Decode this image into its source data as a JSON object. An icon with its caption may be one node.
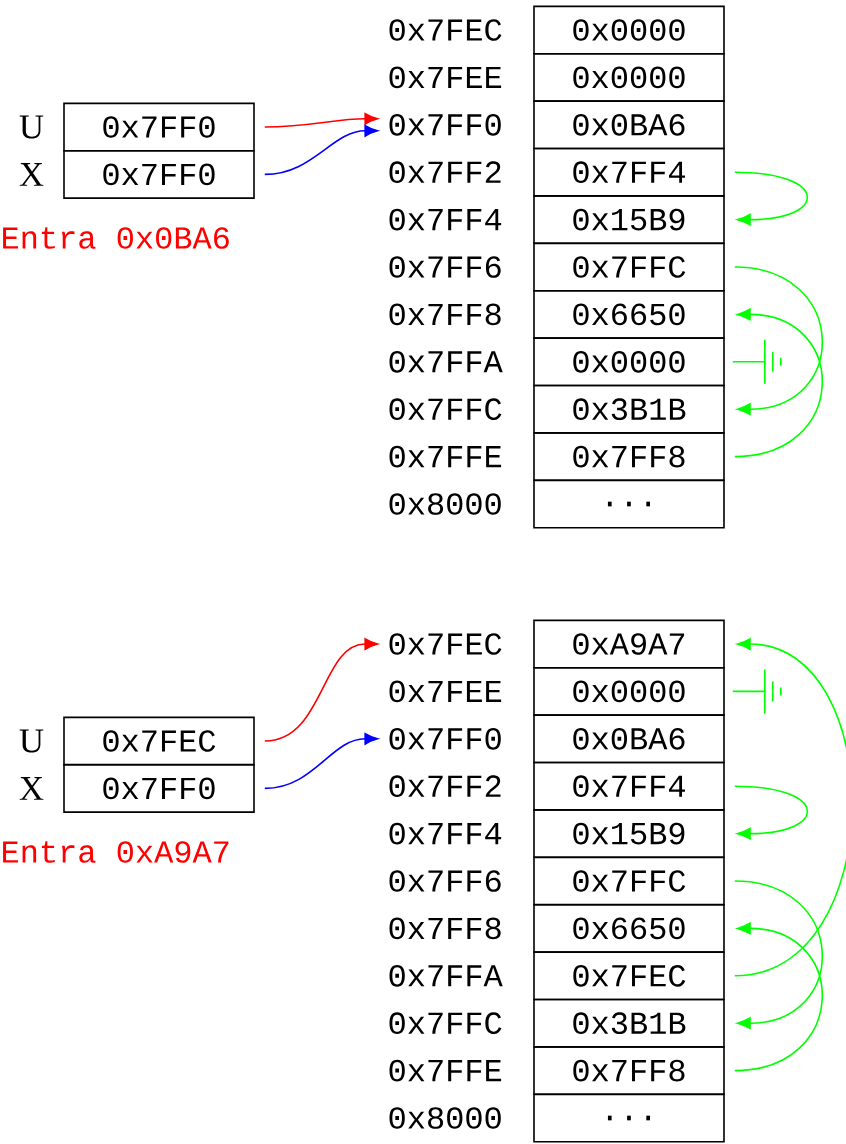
{
  "diagram": {
    "nodes": [
      {
        "text": [
          "0x7FEC"
        ]
      },
      {
        "text": [
          "0x0000"
        ]
      },
      {
        "text": [
          "0x7FEE"
        ]
      },
      {
        "text": [
          "0x0000"
        ]
      },
      {
        "text": [
          "0x7FF0"
        ]
      },
      {
        "text": [
          "0x0BA6"
        ]
      },
      {
        "text": [
          "0x7FF2"
        ]
      },
      {
        "text": [
          "0x7FF4"
        ]
      },
      {
        "text": [
          "0x7FF4"
        ]
      },
      {
        "text": [
          "0x15B9"
        ]
      },
      {
        "text": [
          "0x7FF6"
        ]
      },
      {
        "text": [
          "0x7FFC"
        ]
      },
      {
        "text": [
          "0x7FF8"
        ]
      },
      {
        "text": [
          "0x6650"
        ]
      },
      {
        "text": [
          "0x7FFA"
        ]
      },
      {
        "text": [
          "0x0000"
        ]
      },
      {
        "text": [
          "0x7FFC"
        ]
      },
      {
        "text": [
          "0x3B1B"
        ]
      },
      {
        "text": [
          "0x7FFE"
        ]
      },
      {
        "text": [
          "0x7FF8"
        ]
      },
      {
        "text": [
          "0x8000"
        ]
      },
      {
        "text": [
          "..."
        ]
      },
      {
        "text": [
          "0x7FF0"
        ],
        "beside": [
          "U"
        ]
      },
      {
        "text": [
          "0x7FF0"
        ],
        "beside": [
          "X"
        ]
      },
      {
        "text": [
          "0x7FEC"
        ]
      },
      {
        "text": [
          "0xA9A7"
        ]
      },
      {
        "text": [
          "0x7FEE"
        ]
      },
      {
        "text": [
          "0x0000"
        ]
      },
      {
        "text": [
          "0x7FF0"
        ]
      },
      {
        "text": [
          "0x0BA6"
        ]
      },
      {
        "text": [
          "0x7FF2"
        ]
      },
      {
        "text": [
          "0x7FF4"
        ]
      },
      {
        "text": [
          "0x7FF4"
        ]
      },
      {
        "text": [
          "0x15B9"
        ]
      },
      {
        "text": [
          "0x7FF6"
        ]
      },
      {
        "text": [
          "0x7FFC"
        ]
      },
      {
        "text": [
          "0x7FF8"
        ]
      },
      {
        "text": [
          "0x6650"
        ]
      },
      {
        "text": [
          "0x7FFA"
        ]
      },
      {
        "text": [
          "0x7FEC"
        ]
      },
      {
        "text": [
          "0x7FFC"
        ]
      },
      {
        "text": [
          "0x3B1B"
        ]
      },
      {
        "text": [
          "0x7FFE"
        ]
      },
      {
        "text": [
          "0x7FF8"
        ]
      },
      {
        "text": [
          "0x8000"
        ]
      },
      {
        "text": [
          "..."
        ]
      },
      {
        "text": [
          "0x7FEC"
        ],
        "beside": [
          "U"
        ]
      },
      {
        "text": [
          "0x7FF0"
        ],
        "beside": [
          "X"
        ]
      }
    ],
    "edges": [
      {
        "from": 22,
        "to": 4,
        "arrow": "to",
        "color": "#ff0000"
      },
      {
        "from": 23,
        "to": 4,
        "arrow": "to",
        "color": "#0000ff"
      },
      {
        "from": 7,
        "to": 9,
        "arrow": "to"
      },
      {
        "from": 11,
        "to": 17,
        "arrow": "to"
      },
      {
        "from": 19,
        "to": 13,
        "arrow": "to"
      },
      {
        "from": 46,
        "to": 24,
        "arrow": "to",
        "color": "#ff0000"
      },
      {
        "from": 47,
        "to": 28,
        "arrow": "to",
        "color": "#0000ff"
      },
      {
        "from": 31,
        "to": 33,
        "arrow": "to"
      },
      {
        "from": 35,
        "to": 41,
        "arrow": "to"
      },
      {
        "from": 39,
        "to": 25,
        "arrow": "to"
      },
      {
        "from": 43,
        "to": 37,
        "arrow": "to"
      }
    ],
    "labels": [
      "Entra 0x0BA6",
      "Entra 0xA9A7"
    ]
  }
}
